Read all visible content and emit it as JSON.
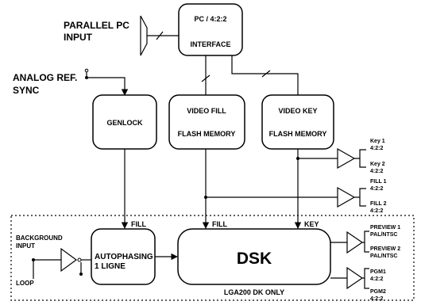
{
  "parallel_input": {
    "line1": "PARALLEL PC",
    "line2": "INPUT"
  },
  "interface": {
    "line1": "PC / 4:2:2",
    "line2": "INTERFACE"
  },
  "analog_ref": {
    "line1": "ANALOG REF.",
    "line2": "SYNC"
  },
  "genlock": {
    "label": "GENLOCK"
  },
  "video_fill": {
    "line1": "VIDEO FILL",
    "line2": "FLASH MEMORY"
  },
  "video_key": {
    "line1": "VIDEO KEY",
    "line2": "FLASH MEMORY"
  },
  "outputs": {
    "key1": {
      "line1": "Key 1",
      "line2": "4:2:2"
    },
    "key2": {
      "line1": "Key 2",
      "line2": "4:2:2"
    },
    "fill1": {
      "line1": "FILL 1",
      "line2": "4:2:2"
    },
    "fill2": {
      "line1": "FILL 2",
      "line2": "4:2:2"
    },
    "preview1": {
      "line1": "PREVIEW 1",
      "line2": "PAL/NTSC"
    },
    "preview2": {
      "line1": "PREVIEW 2",
      "line2": "PAL/NTSC"
    },
    "pgm1": {
      "line1": "PGM1",
      "line2": "4:2:2"
    },
    "pgm2": {
      "line1": "PGM2",
      "line2": "4:2:2"
    }
  },
  "background": {
    "line1": "BACKGROUND",
    "line2": "INPUT",
    "loop": "LOOP"
  },
  "autophasing": {
    "line1": "AUTOPHASING",
    "line2": "1 LIGNE"
  },
  "dsk": {
    "label": "DSK"
  },
  "signals": {
    "fill_a": "FILL",
    "fill_b": "FILL",
    "key": "KEY"
  },
  "footer": {
    "label": "LGA200 DK  ONLY"
  }
}
